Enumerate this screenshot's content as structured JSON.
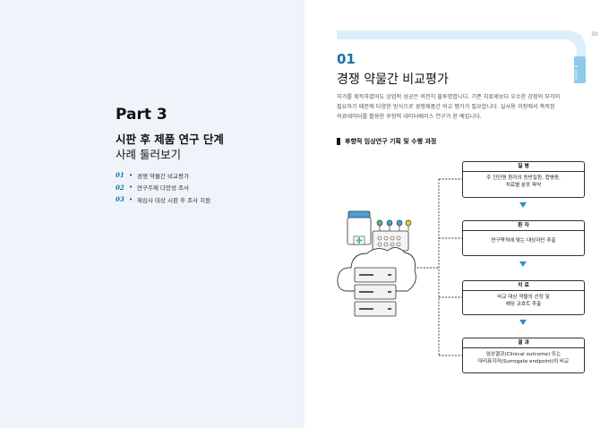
{
  "left_page": {
    "part_title": "Part 3",
    "subtitle_line1": "시판 후 제품 연구 단계",
    "subtitle_line2": "사례 둘러보기",
    "toc": [
      {
        "num": "01",
        "bullet": "•",
        "label": "경쟁 약물간 비교평가"
      },
      {
        "num": "02",
        "bullet": "•",
        "label": "연구주제 다양성 조사"
      },
      {
        "num": "03",
        "bullet": "•",
        "label": "재심사 대상 시판 후 조사 지원"
      }
    ]
  },
  "right_page": {
    "page_number": "30",
    "side_tab": "PART 3",
    "chapter_number": "01",
    "chapter_title": "경쟁 약물간 비교평가",
    "body_lines": [
      "허가를 획득하였어도 상업적 성공은 여전히 불투명합니다. 기존 치료제보다 우수한 강점의 부각이",
      "필요하기 때문에 다양한 방식으로 경쟁제품간 비교 평가가 필요합니다. 실사용 과정에서 축적된",
      "의료데이터를 활용한 후향적 데이터베이스 연구가 한 예입니다."
    ],
    "section_heading": "후향적 임상연구 기획 및 수행 과정",
    "flow": [
      {
        "head": "질 병",
        "body": [
          "주 진단명 환자의 동반질환, 합병증,",
          "치료별 분포 파악"
        ]
      },
      {
        "head": "환 자",
        "body": [
          "연구목적에 맞는 대상자만 추출"
        ]
      },
      {
        "head": "치 료",
        "body": [
          "비교 대상 약물의 선정 및",
          "해당 코호트 추출"
        ]
      },
      {
        "head": "결 과",
        "body": [
          "임상결과(Clinical outcome) 또는",
          "대리표지자(Surrogate endpoint)의 비교"
        ]
      }
    ]
  },
  "colors": {
    "accent_blue": "#1a6fa8",
    "left_page_bg": "#eef4fa",
    "banner_light": "#dceefa",
    "tab_blue": "#8ec9ec",
    "icon_green": "#4dbb8a",
    "icon_blue": "#4a9fd8",
    "icon_yellow": "#f0c830"
  },
  "icons": [
    "server-cloud-icon",
    "medicine-bottle-icon",
    "chevron-down-icon"
  ]
}
